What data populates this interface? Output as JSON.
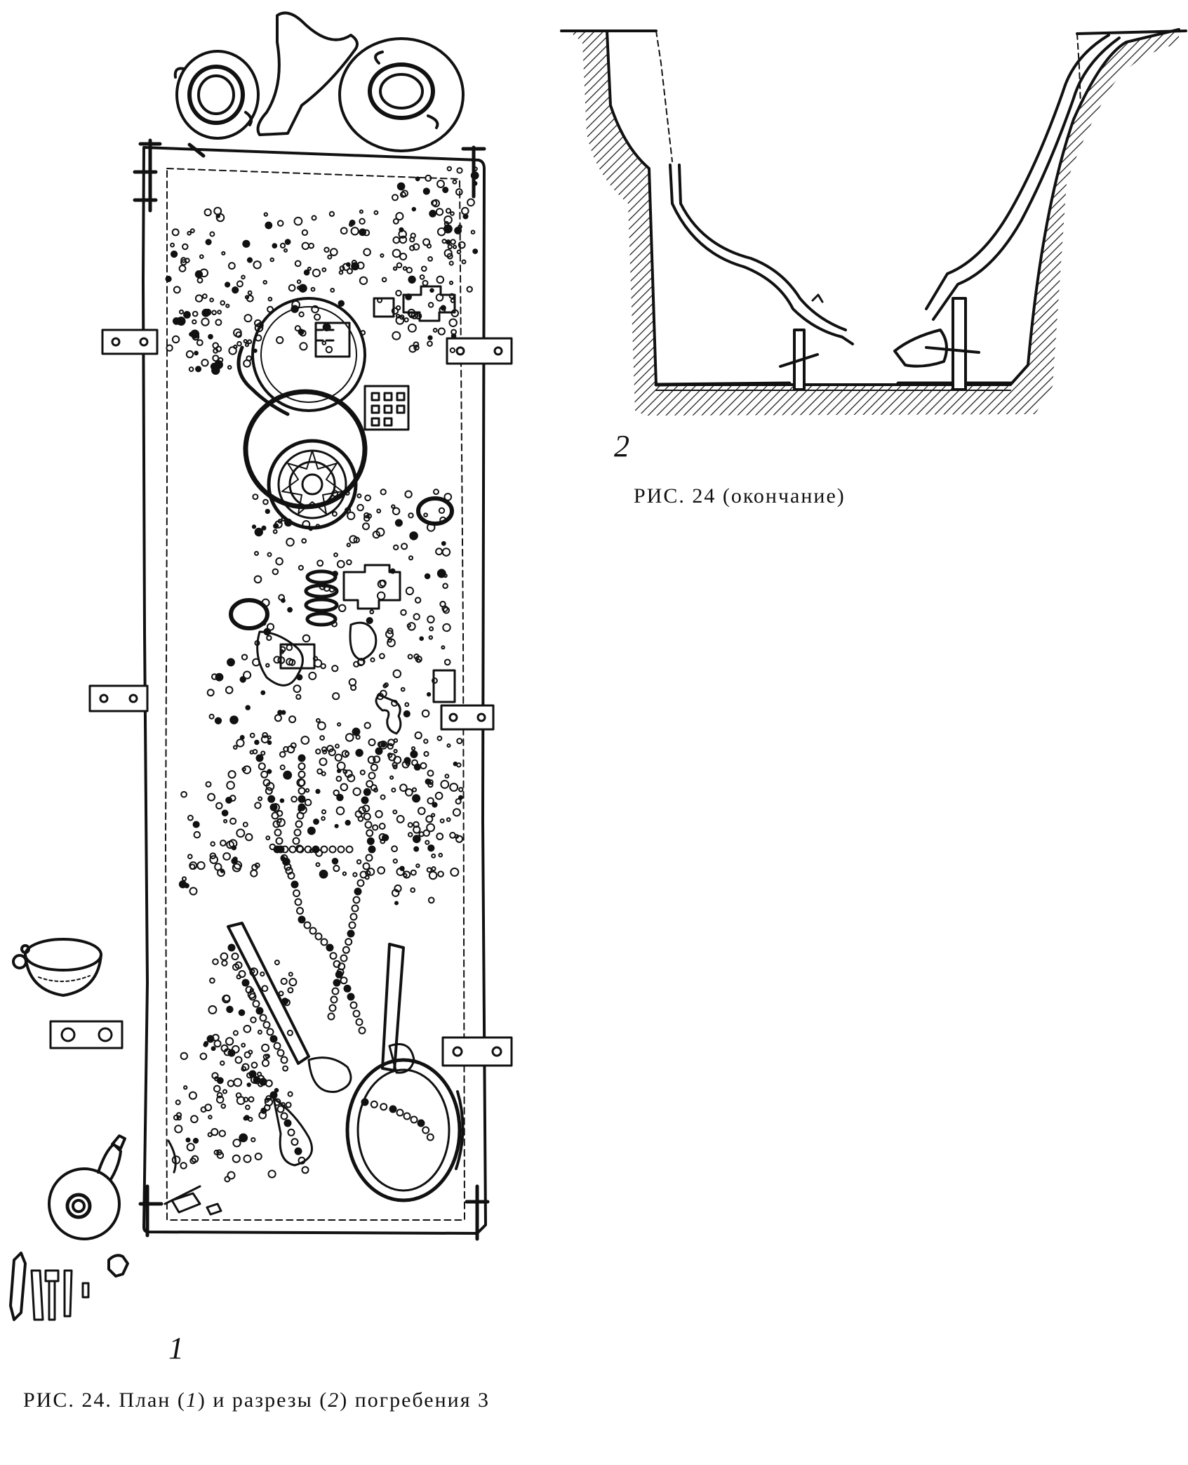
{
  "figure": {
    "plan_label": "1",
    "section_label": "2",
    "section_caption": "РИС. 24 (окончание)",
    "caption": {
      "prefix": "РИС. 24. План (",
      "num1": "1",
      "middle": ") и разрезы (",
      "num2": "2",
      "suffix": ") погребения 3"
    }
  },
  "colors": {
    "ink": "#111111",
    "paper": "#ffffff"
  }
}
